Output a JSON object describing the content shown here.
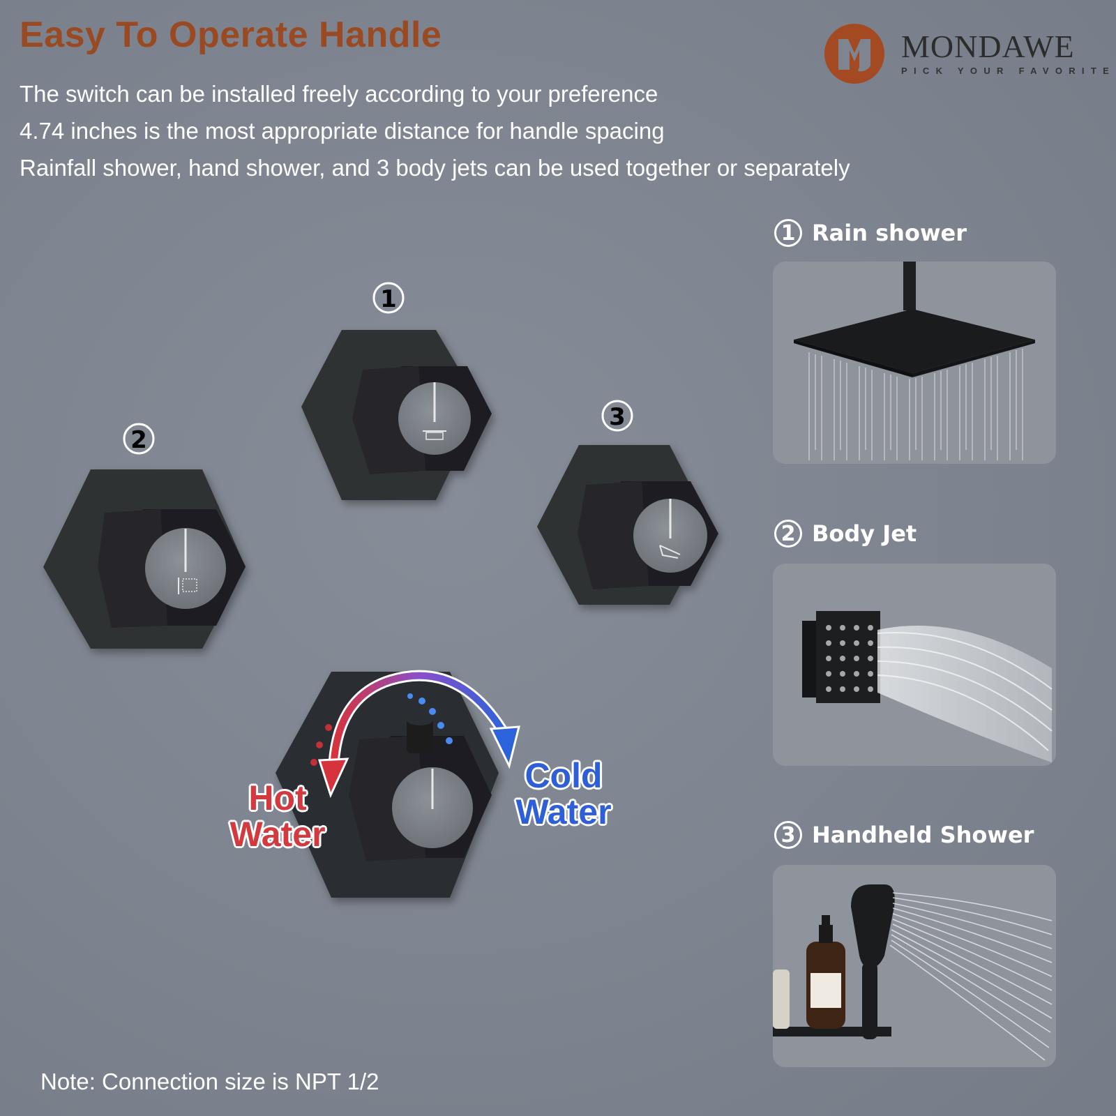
{
  "header": {
    "title": "Easy To Operate Handle",
    "lines": [
      "The switch can be installed freely according to your preference",
      "4.74 inches is the most appropriate distance for handle spacing",
      "Rainfall shower, hand shower, and 3 body jets can be used together or separately"
    ]
  },
  "brand": {
    "name": "MONDAWE",
    "tagline": "PICK YOUR FAVORITE",
    "color": "#a34a23"
  },
  "handles": {
    "h1_number": "1",
    "h2_number": "2",
    "h3_number": "3"
  },
  "temperature": {
    "hot_line1": "Hot",
    "hot_line2": "Water",
    "cold_line1": "Cold",
    "cold_line2": "Water",
    "hot_color": "#d23a3f",
    "cold_color": "#2f5fd6"
  },
  "features": [
    {
      "number": "1",
      "label": "Rain shower",
      "icon": "rain-shower-icon"
    },
    {
      "number": "2",
      "label": "Body Jet",
      "icon": "body-jet-icon"
    },
    {
      "number": "3",
      "label": "Handheld Shower",
      "icon": "handheld-shower-icon"
    }
  ],
  "note": "Note: Connection size is NPT 1/2"
}
